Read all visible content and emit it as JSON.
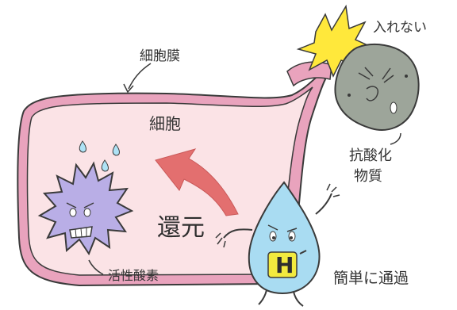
{
  "labels": {
    "membrane": "細胞膜",
    "cell": "細胞",
    "cannot_enter": "入れない",
    "antioxidant_line1": "抗酸化",
    "antioxidant_line2": "物質",
    "reduction": "還元",
    "active_oxygen": "活性酸素",
    "pass_easily": "簡単に通過",
    "h_mark": "H",
    "h_sign": "-"
  },
  "colors": {
    "membrane_outer": "#e9a3bd",
    "cell_fill": "#fbe3e6",
    "ros_fill": "#b9aee6",
    "antioxidant_fill": "#9da59a",
    "star_fill": "#ffe83b",
    "hydrogen_fill": "#a9dcf2",
    "h_fill": "#f2ea3e",
    "arrow_fill": "#e36f6f",
    "drop_fill": "#aee2f5",
    "ink": "#3a3a3a"
  },
  "icons": [
    "active-oxygen-character-icon",
    "antioxidant-character-icon",
    "hydrogen-character-icon",
    "collision-star-icon",
    "sweat-drop-icon",
    "reduction-arrow-icon"
  ]
}
